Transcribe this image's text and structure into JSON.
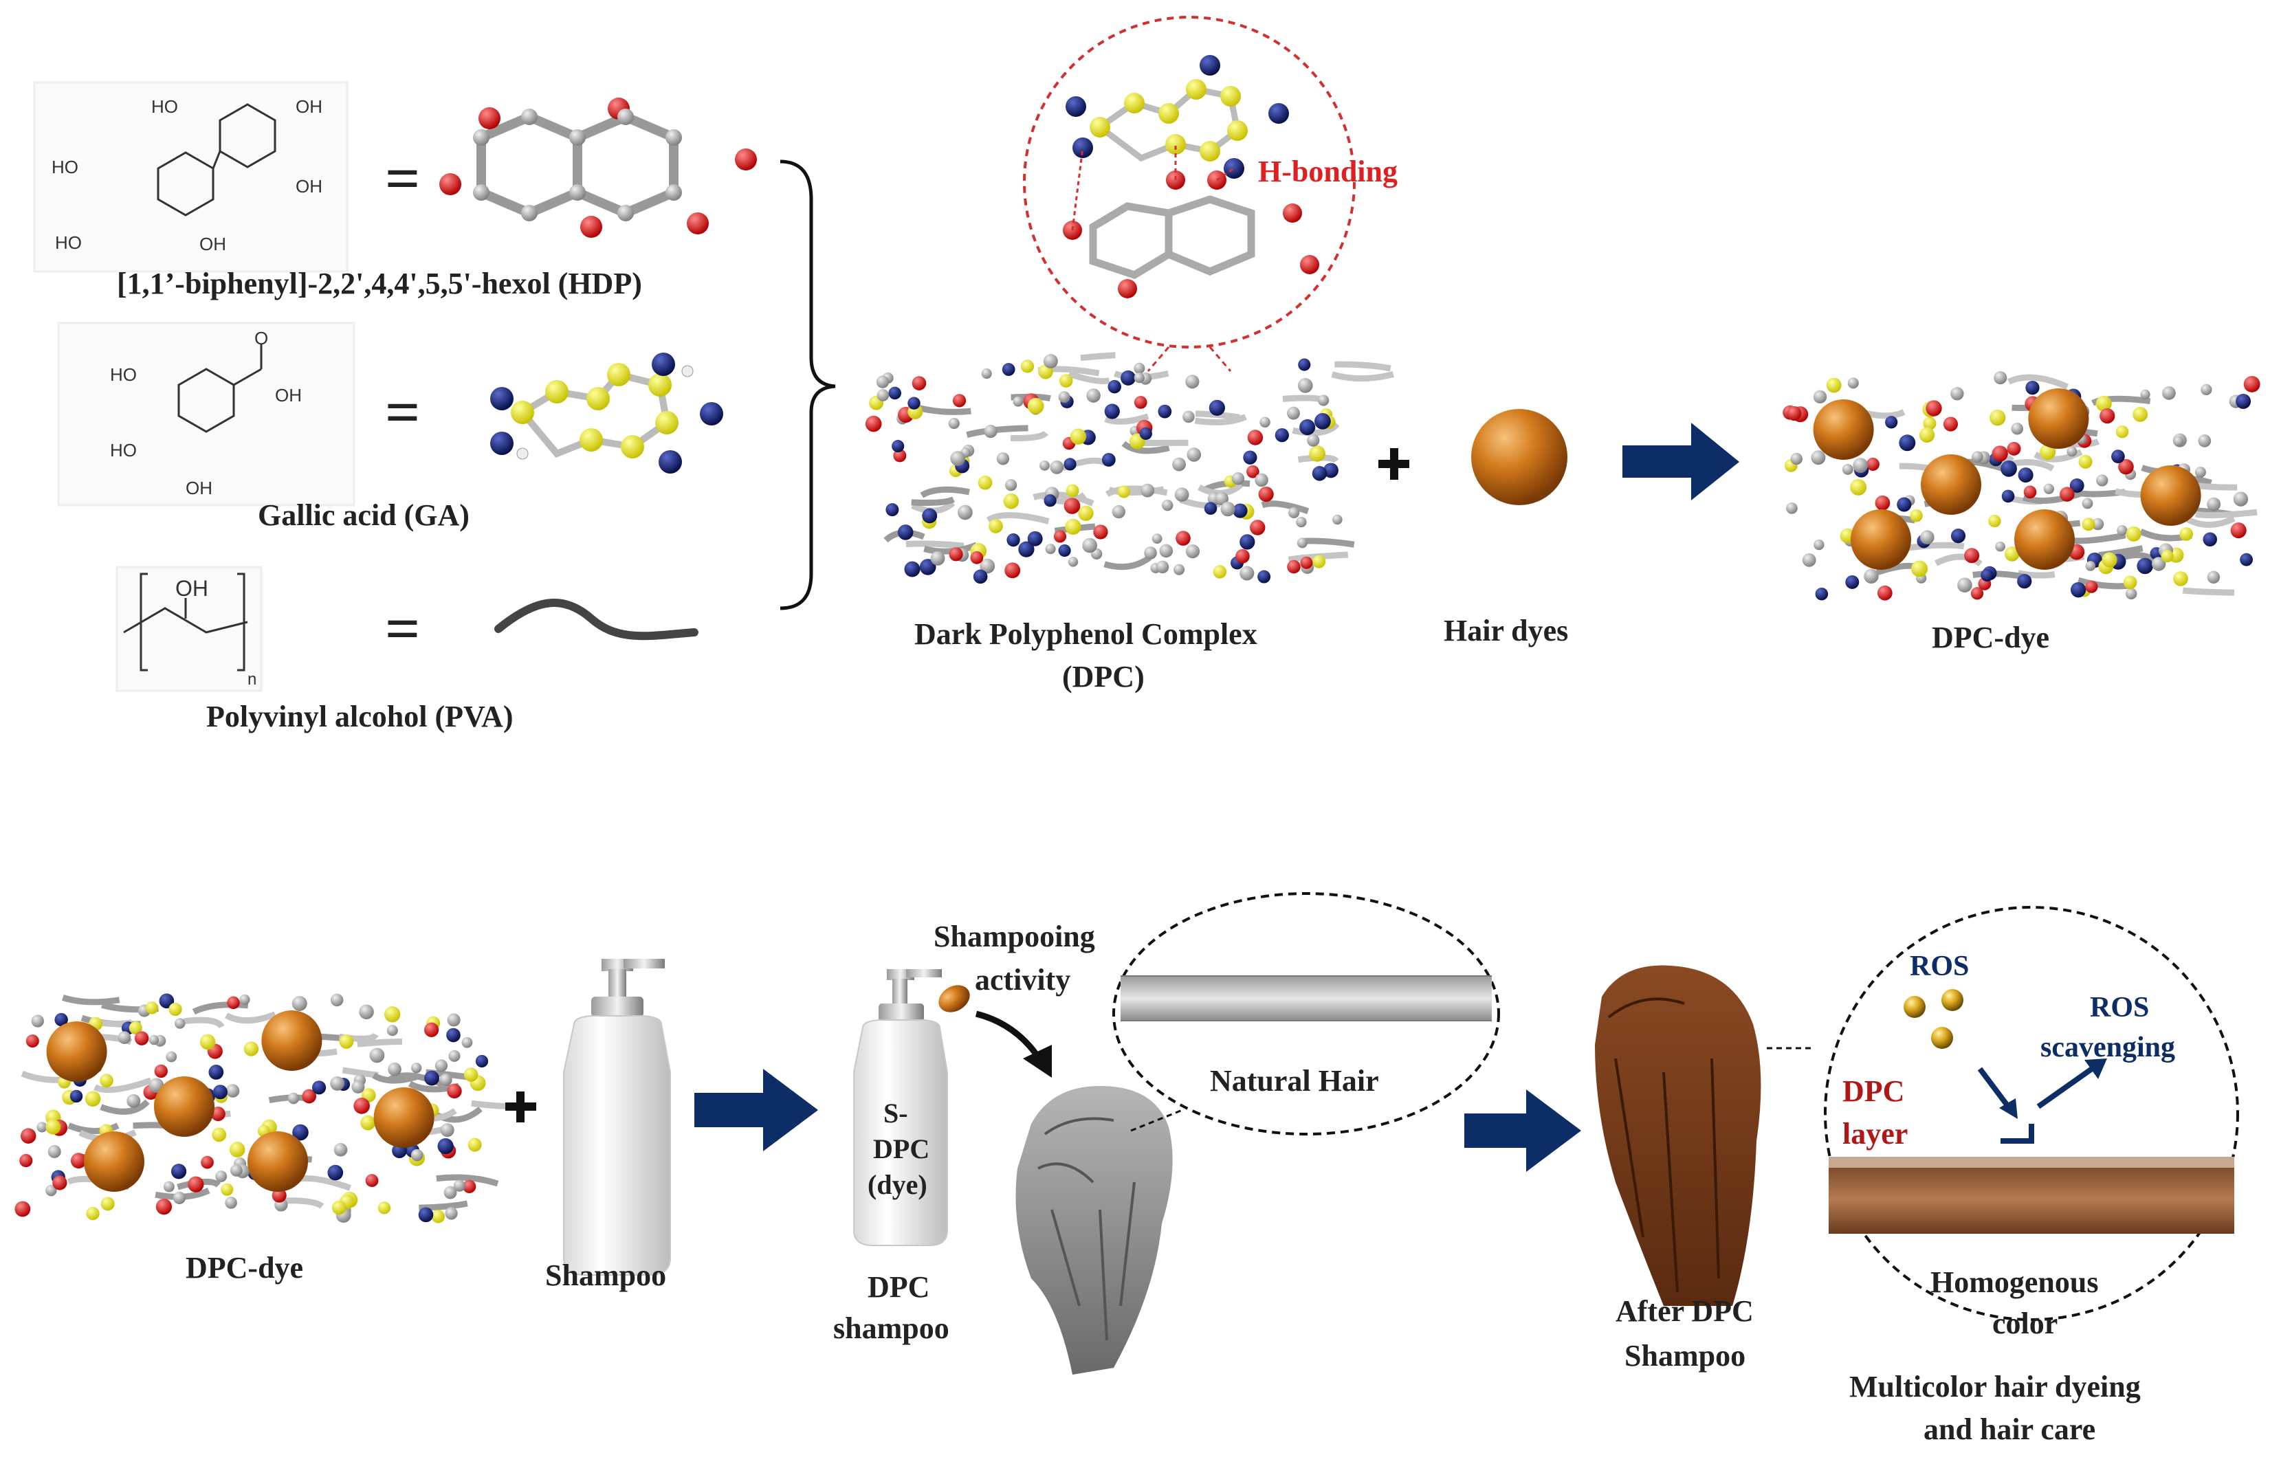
{
  "top": {
    "hdp": {
      "label": "[1,1’-biphenyl]-2,2',4,4',5,5'-hexol (HDP)",
      "oh": "HO",
      "oh2": "OH"
    },
    "ga": {
      "label": "Gallic acid (GA)",
      "o": "O",
      "ho": "HO",
      "oh": "OH"
    },
    "pva": {
      "label": "Polyvinyl alcohol (PVA)",
      "oh": "OH",
      "n": "n"
    },
    "equals": "=",
    "dpc": {
      "line1": "Dark Polyphenol Complex",
      "line2": "(DPC)"
    },
    "hbond": "H-bonding",
    "plus": "+",
    "hair_dyes": "Hair dyes",
    "dpc_dye": "DPC-dye"
  },
  "bottom": {
    "dpc_dye": "DPC-dye",
    "plus": "+",
    "shampoo": "Shampoo",
    "bottle_text": {
      "l1": "S-",
      "l2": "DPC",
      "l3": "(dye)"
    },
    "dpc_shampoo": {
      "l1": "DPC",
      "l2": "shampoo"
    },
    "shampooing": {
      "l1": "Shampooing",
      "l2": "activity"
    },
    "natural_hair": "Natural Hair",
    "after": {
      "l1": "After DPC",
      "l2": "Shampoo"
    },
    "ros": "ROS",
    "ros_scav": {
      "l1": "ROS",
      "l2": "scavenging"
    },
    "dpc_layer": {
      "l1": "DPC",
      "l2": "layer"
    },
    "homog": {
      "l1": "Homogenous",
      "l2": "color"
    },
    "final": {
      "l1": "Multicolor hair dyeing",
      "l2": "and hair care"
    }
  },
  "colors": {
    "arrow": "#0d2d66",
    "red": "#d81f1f",
    "orange": "#c8741a",
    "yellow": "#e8e01c",
    "navy": "#0b1660"
  }
}
